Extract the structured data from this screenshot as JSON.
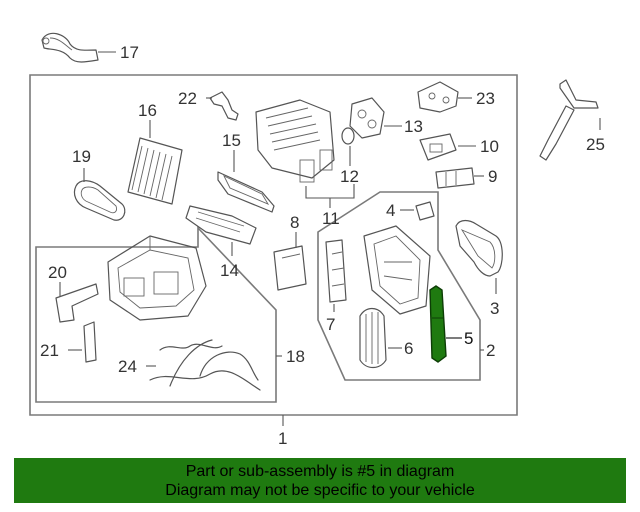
{
  "diagram": {
    "callouts": {
      "c1": "1",
      "c2": "2",
      "c3": "3",
      "c4": "4",
      "c5": "5",
      "c6": "6",
      "c7": "7",
      "c8": "8",
      "c9": "9",
      "c10": "10",
      "c11": "11",
      "c12": "12",
      "c13": "13",
      "c14": "14",
      "c15": "15",
      "c16": "16",
      "c17": "17",
      "c18": "18",
      "c19": "19",
      "c20": "20",
      "c21": "21",
      "c22": "22",
      "c23": "23",
      "c24": "24",
      "c25": "25"
    },
    "highlight_part": "5",
    "highlight_color": "#1f7a10"
  },
  "banner": {
    "line1": "Part or sub-assembly is #5 in diagram",
    "line2": "Diagram may not be specific to your vehicle",
    "background": "#1f7a10"
  }
}
